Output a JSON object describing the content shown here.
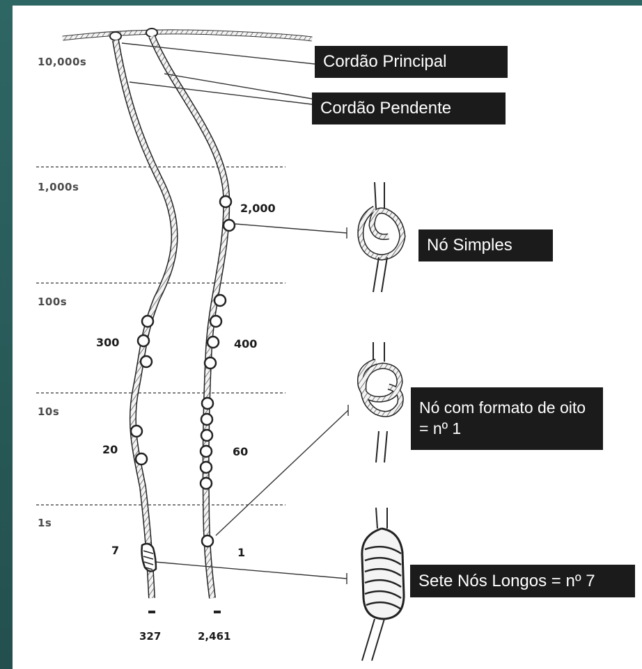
{
  "scale": {
    "ten_thousands": "10,000s",
    "thousands": "1,000s",
    "hundreds": "100s",
    "tens": "10s",
    "ones": "1s"
  },
  "left_cord": {
    "hundreds_value": "300",
    "tens_value": "20",
    "ones_value": "7",
    "total": "327"
  },
  "right_cord": {
    "thousands_value": "2,000",
    "hundreds_value": "400",
    "tens_value": "60",
    "ones_value": "1",
    "total": "2,461"
  },
  "labels": {
    "main_cord": "Cordão Principal",
    "pendant_cord": "Cordão Pendente",
    "simple_knot": "Nó Simples",
    "figure_eight_knot": "Nó com formato de oito = nº 1",
    "long_knot": "Sete Nós Longos = nº 7"
  },
  "colors": {
    "frame": "#2a5d5b",
    "label_box": "#1b1b1b",
    "label_text": "#ffffff"
  }
}
